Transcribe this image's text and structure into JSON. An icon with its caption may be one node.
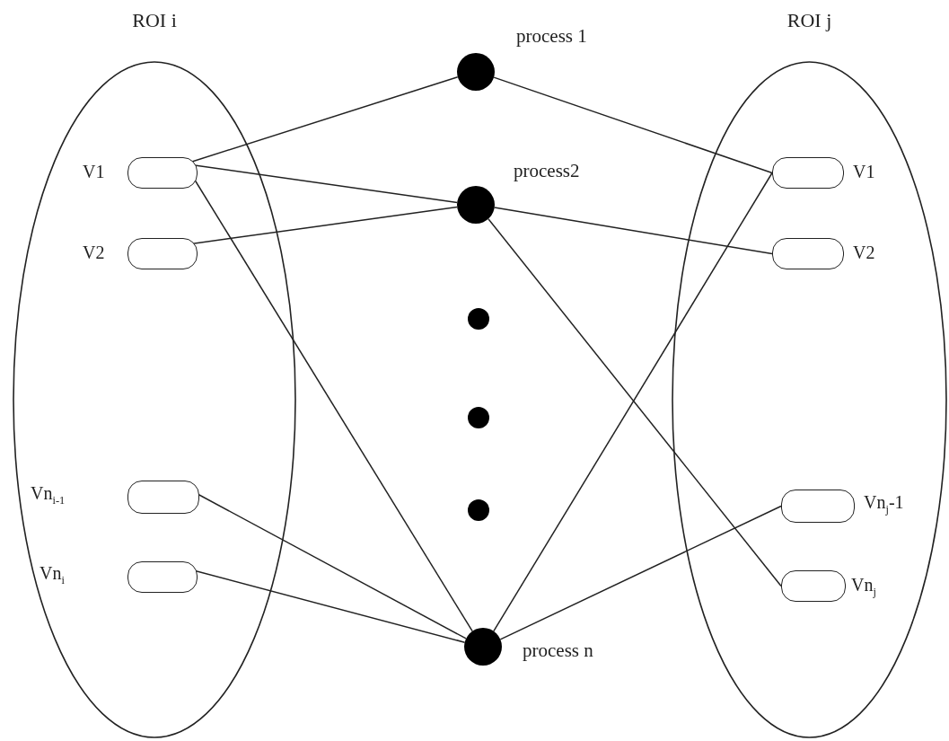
{
  "diagram": {
    "nodes": [
      {
        "text": [
          "ROI i"
        ]
      },
      {
        "text": [],
        "shape": "box",
        "in": 0,
        "beside": [
          "V1"
        ]
      },
      {
        "text": [],
        "shape": "box",
        "in": 0,
        "beside": [
          "V2"
        ]
      },
      {
        "text": [],
        "shape": "box",
        "in": 0,
        "beside": [
          "Vn$_{i-1}$"
        ]
      },
      {
        "text": [],
        "shape": "box",
        "in": 0,
        "beside": [
          "Vn$_{i}$"
        ]
      },
      {
        "text": [
          "ROI j"
        ]
      },
      {
        "text": [],
        "shape": "box",
        "in": 5,
        "beside": [
          "V1"
        ]
      },
      {
        "text": [],
        "shape": "box",
        "in": 5,
        "beside": [
          "V2"
        ]
      },
      {
        "text": [],
        "shape": "box",
        "in": 5,
        "beside": [
          "Vn$_{j}$-1"
        ]
      },
      {
        "text": [],
        "shape": "box",
        "in": 5,
        "beside": [
          "Vn$_{j}$"
        ]
      },
      {
        "text": [],
        "shape": "circle",
        "beside": [
          "process 1"
        ]
      },
      {
        "text": [],
        "shape": "circle",
        "beside": [
          "process2"
        ]
      },
      {
        "text": [],
        "shape": "circle"
      },
      {
        "text": [],
        "shape": "circle"
      },
      {
        "text": [],
        "shape": "circle"
      },
      {
        "text": [],
        "shape": "circle",
        "beside": [
          "process n"
        ]
      }
    ],
    "edges": [
      {
        "from": 1,
        "to": 10,
        "arrow": "none"
      },
      {
        "from": 10,
        "to": 6,
        "arrow": "none"
      },
      {
        "from": 1,
        "to": 11,
        "arrow": "none"
      },
      {
        "from": 1,
        "to": 15,
        "arrow": "none"
      },
      {
        "from": 2,
        "to": 11,
        "arrow": "none"
      },
      {
        "from": 11,
        "to": 7,
        "arrow": "none"
      },
      {
        "from": 11,
        "to": 9,
        "arrow": "none"
      },
      {
        "from": 3,
        "to": 15,
        "arrow": "none"
      },
      {
        "from": 4,
        "to": 15,
        "arrow": "none"
      },
      {
        "from": 15,
        "to": 6,
        "arrow": "none"
      },
      {
        "from": 15,
        "to": 8,
        "arrow": "none"
      }
    ]
  }
}
